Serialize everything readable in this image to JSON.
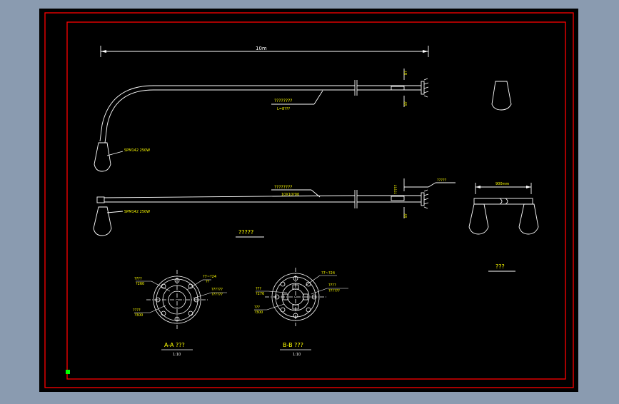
{
  "colors": {
    "background": "#8a9bb0",
    "sheet": "#000000",
    "frame": "#ff0000",
    "line": "#ffffff",
    "text": "#ffff00",
    "marker": "#00ff00"
  },
  "elevation": {
    "dimension_label": "10m",
    "arm_label": "????????",
    "arm_spec": "L=8???",
    "lamp_label": "SPM142 250W",
    "flange_top": "8?",
    "flange_bottom": "8?"
  },
  "plan": {
    "arm_label": "????????",
    "arm_spec": "10X10?00",
    "lamp_label": "SPM142 250W",
    "weld_label": "?????",
    "base_label": "?????",
    "flange_note": "8?"
  },
  "main_title": "?????",
  "side_view": {
    "dimension_label": "900mm",
    "title": "???"
  },
  "section_a": {
    "title": "A-A ???",
    "scale": "1:10",
    "labels": [
      "????",
      "?260",
      "????",
      "?300",
      "?7~?24",
      "??",
      "??????",
      "??????"
    ]
  },
  "section_b": {
    "title": "B-B ???",
    "scale": "1:10",
    "labels": [
      "???",
      "?276",
      "???",
      "?300",
      "?7~?24",
      "????",
      "??????"
    ]
  }
}
